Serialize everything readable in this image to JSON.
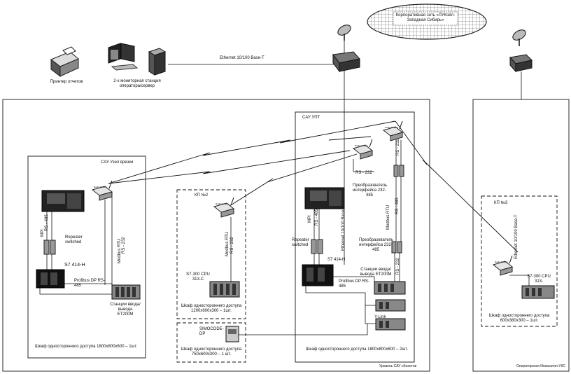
{
  "corporate_network": "Корпоративная сеть «ЛУКойл-Западная Сибирь»",
  "top": {
    "printer_label": "Принтер отчетов",
    "workstation_label": "2-х мониторная станция оператора/сервер",
    "ethernet_label": "Ethernet 10/100 Base-T"
  },
  "uzel": {
    "title": "САУ Узел врезки",
    "mpi": "MPI",
    "rs485": "RS - 485",
    "repeater": "Repeater switched",
    "cpu": "S7 414-H",
    "profibus": "Profibus DP RS-485",
    "modbus": "Modbus RTU",
    "rs232": "RS - 232",
    "stations": "Станции ввода/вывода ET200M",
    "cabinet": "Шкаф одностороннего доступа 1800х800х600 – 1шт."
  },
  "kp2": {
    "title": "КП №2",
    "modbus": "Modbus RTU",
    "rs232": "RS - 232",
    "cpu": "S7-300 CPU 313-C",
    "cabinet": "Шкаф одностороннего доступа 1200х600х300 – 1шт."
  },
  "simocode": {
    "title": "SIMOCODE-DP",
    "cabinet": "Шкаф одностороннего доступа 750х600х300 – 1 шт."
  },
  "upt": {
    "title": "САУ УПТ",
    "mpi": "MPI",
    "rs485": "RS - 485",
    "ethernet": "Ethernet 10/100 Base-T",
    "rs232_top": "RS - 232",
    "converter1": "Преобразователь интерфейса 232-485",
    "converter2": "Преобразователь интерфейса 232-485",
    "modbus": "Modbus RTU",
    "rs232_right": "RS - 232",
    "rs485_right": "RS - 485",
    "rs232_low": "RS - 232",
    "repeater": "Repeater switched",
    "cpu": "S7 414-H",
    "profibus": "Profibus DP RS-485",
    "stations": "Станции ввода/вывода ET200M",
    "ylink": "Y-Link",
    "cabinet": "Шкаф одностороннего доступа 1800х800х600 – 2шт.",
    "level": "Уровень САУ объектов"
  },
  "kp3": {
    "title": "КП №3",
    "ethernet": "Ethernet 10/100 Base-T",
    "cpu": "S7-300 CPU 313-",
    "cabinet": "Шкаф одностороннего доступа 600х380х300 – 1шт.",
    "level": "Операторская Инкасатил УКС"
  },
  "radio_label": "Radio Modem"
}
